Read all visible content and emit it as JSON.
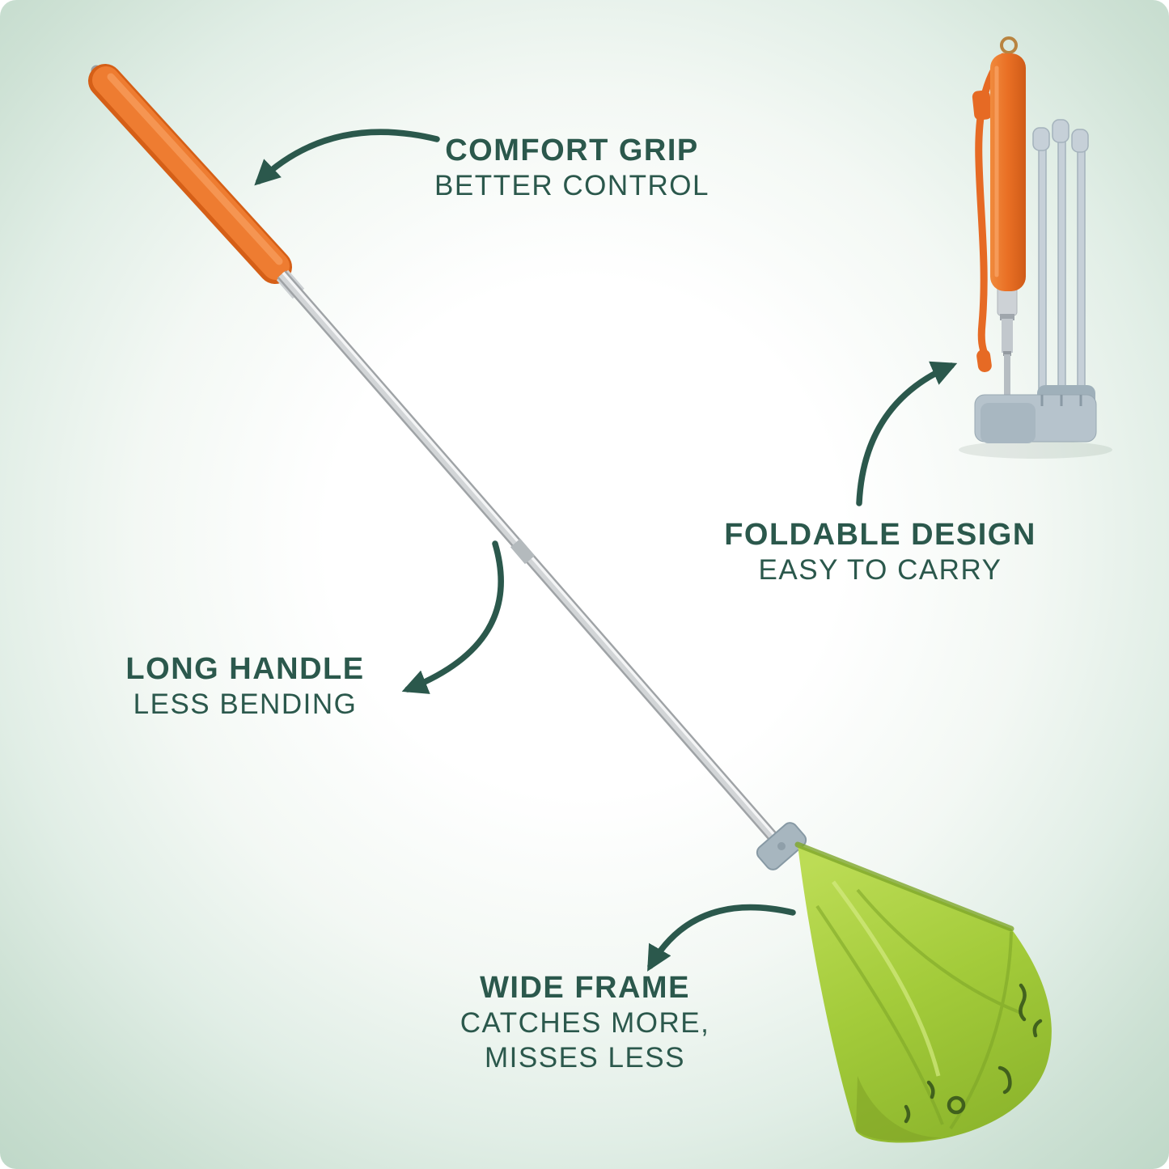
{
  "callouts": {
    "comfort_grip": {
      "title": "COMFORT GRIP",
      "subtitle": "BETTER CONTROL"
    },
    "foldable_design": {
      "title": "FOLDABLE DESIGN",
      "subtitle": "EASY TO CARRY"
    },
    "long_handle": {
      "title": "LONG HANDLE",
      "subtitle": "LESS BENDING"
    },
    "wide_frame": {
      "title": "WIDE FRAME",
      "subtitle_line1": "CATCHES MORE,",
      "subtitle_line2": "MISSES LESS"
    }
  },
  "colors": {
    "text_green": "#2b584c",
    "arrow_green": "#2b584c",
    "grip_orange": "#ee7c31",
    "pole_silver": "#c9cdd0",
    "bag_green": "#a3cb3a",
    "connector_gray": "#a7b6bf",
    "background_edge_green": "#bfd8c8"
  },
  "icons": {
    "comfort_grip_arrow": "curved-arrow",
    "foldable_design_arrow": "curved-arrow",
    "long_handle_arrow": "curved-arrow",
    "wide_frame_arrow": "curved-arrow"
  }
}
